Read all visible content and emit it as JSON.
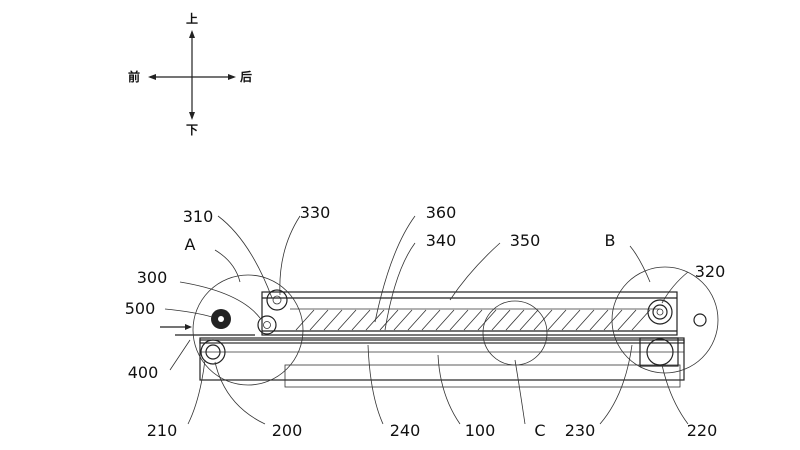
{
  "directions": {
    "up": "上",
    "down": "下",
    "front": "前",
    "back": "后"
  },
  "labels": {
    "l310": "310",
    "l330": "330",
    "l360": "360",
    "l340": "340",
    "l350": "350",
    "lA": "A",
    "lB": "B",
    "l320": "320",
    "l300": "300",
    "l500": "500",
    "l400": "400",
    "l210": "210",
    "l200": "200",
    "l240": "240",
    "l100": "100",
    "lC": "C",
    "l230": "230",
    "l220": "220"
  }
}
